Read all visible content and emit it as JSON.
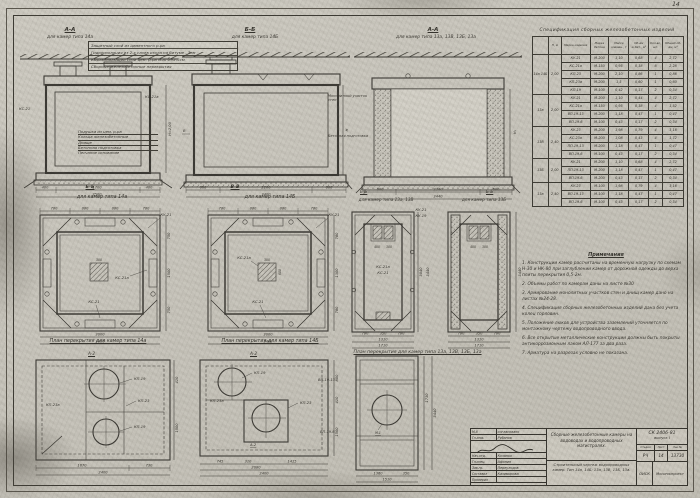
{
  "colors": {
    "paper": "#cbc8bf",
    "ink": "#34322c"
  },
  "sheet": {
    "corner_number": "14"
  },
  "top_note": {
    "lines": [
      "Защитный слой из цементного р-ра",
      "Гидроизоляция из 2-х слоев изола на битуме - 3см",
      "Выравнивающий слой цем. р-ра М50 δ=2-3см",
      "Сборные железобетонные перекрытия"
    ]
  },
  "sections": [
    {
      "title": "А-А",
      "subtitle": "для камер типа 14а",
      "cut_label": "Б-Б",
      "label_left": "КС-21",
      "label_right": "КС-21а",
      "layers": [
        "Подушка из цем. р-ра",
        "Кольца железобетонные",
        "Днище",
        "Бетонная подготовка",
        "Песчаное основание"
      ],
      "dims": [
        "400",
        "1700",
        "400"
      ],
      "total": "2500",
      "height": "Н=2,00"
    },
    {
      "title": "Б-Б",
      "subtitle": "для камер типа 14Б",
      "cut_label": "В-В",
      "cut_letter": "В",
      "dims": [
        "600",
        "2200",
        "600"
      ],
      "total": "3400",
      "height": "Н"
    },
    {
      "title": "А-А",
      "subtitle": "для камер типа 13а, 13В, 13Б, 13а",
      "label_left1": "Монолитный участок стен",
      "label_left2": "Бетонная подготовка",
      "cut_left": "Б-Б",
      "cut_right": "Б-Б",
      "dims": [
        "600",
        "2240",
        "600"
      ],
      "total": "3440",
      "height": "Н₁"
    }
  ],
  "plans": [
    {
      "title": "для камер типа 14а",
      "caption": "План перекрытия для камер типа 14а",
      "corner_label": "КУ-21",
      "edge_label": "КС-21а",
      "edge_label2": "КС-21",
      "center_dim": "300",
      "dims_top": [
        "780",
        "880",
        "880",
        "780"
      ],
      "dim_bottom": "3000",
      "total": "3400",
      "dims_right": [
        "750",
        "1500",
        "750"
      ]
    },
    {
      "title": "для камер типа 14Б",
      "caption": "План перекрытия для камер типа 14Б",
      "corner_label": "КУ-21",
      "edge_label": "КС-21а",
      "edge_label2": "КС-21",
      "center_dim": "300",
      "center_dim2": "600",
      "dims_top": [
        "780",
        "880",
        "880",
        "780"
      ],
      "dim_bottom": "3000",
      "total": "3400",
      "dims_right": [
        "780",
        "1300",
        "780"
      ]
    },
    {
      "title": "для камер типа 13а, 13В",
      "caption": "План перекрытия для камер типа 13а, 13В, 13Б, 13а",
      "corner_label": "КУ-21",
      "corner_label2": "КУ-19",
      "edge_label": "КС-21а",
      "edge_label2": "КС-21",
      "neck_dims": [
        "400",
        "300"
      ],
      "dims_bottom": [
        "780",
        "350",
        "780"
      ],
      "dim_mid": "1310",
      "total": "1710",
      "dims_right": [
        "3040",
        "3440"
      ]
    },
    {
      "title": "для камер типа 13Б",
      "neck_dims": [
        "400",
        "300"
      ],
      "dims_bottom": [
        "780",
        "350",
        "780"
      ],
      "dim_mid": "1310",
      "total": "1710",
      "dim_right": "3440"
    }
  ],
  "cover_plans": [
    {
      "mark": "А-2",
      "label1": "КП-19",
      "label2": "КП-23",
      "label3": "КП-19",
      "label4": "КП-23а",
      "dims_bottom": [
        "1670",
        "730"
      ],
      "total": "2400",
      "dims_right": [
        "410",
        "1500"
      ]
    },
    {
      "mark": "А-2",
      "label1": "КП-19",
      "label2": "КП-23",
      "label3": "КП-23а",
      "label4": "А-2",
      "dims_bottom": [
        "745",
        "310",
        "1415"
      ],
      "dim_mid": "2080",
      "total": "2400",
      "dims_right": [
        "800",
        "410",
        "1500"
      ]
    },
    {
      "label1": "ВП-19-13",
      "label2": "ВП-19-6",
      "label3": "М-1",
      "dims_bottom": [
        "1360",
        "350"
      ],
      "dim_mid": "1510",
      "dims_right": [
        "1730",
        "3440"
      ]
    }
  ],
  "spec_table": {
    "title": "Спецификация сборных железобетонных изделий",
    "headers": [
      "",
      "Н, м",
      "Марка изделия",
      "Марка бетона",
      "Масса элемен., т",
      "Об-ем ж.бет., м³",
      "Кол-во, шт.",
      "Общий об-ем, м³"
    ],
    "groups": [
      {
        "type": "14а 14Б",
        "h": "2,00",
        "rows": [
          [
            "КУ-21",
            "М-200",
            "1,10",
            "0,68",
            "4",
            "2,72"
          ],
          [
            "КС-21а",
            "М-150",
            "0,95",
            "0,38",
            "6",
            "2,28"
          ],
          [
            "КП-23",
            "М-200",
            "2,10",
            "0,86",
            "1",
            "0,86"
          ],
          [
            "КП-23а",
            "М-200",
            "1,5",
            "0,60",
            "1",
            "0,60"
          ],
          [
            "КП-19",
            "М-100",
            "0,42",
            "0,17",
            "2",
            "0,34"
          ]
        ]
      },
      {
        "type": "13а",
        "h": "2,00",
        "rows": [
          [
            "КУ-21",
            "М-200",
            "1,10",
            "0,44",
            "4",
            "2,72"
          ],
          [
            "КС-21а",
            "М-150",
            "0,95",
            "0,38",
            "4",
            "1,52"
          ],
          [
            "ВП-19-13",
            "М-200",
            "1,18",
            "0,47",
            "1",
            "0,47"
          ],
          [
            "ВП-19-6",
            "М-100",
            "0,43",
            "0,17",
            "2",
            "0,34"
          ]
        ]
      },
      {
        "type": "13В",
        "h": "2,40",
        "rows": [
          [
            "КУ-23",
            "М-200",
            "1,98",
            "0,79",
            "4",
            "3,16"
          ],
          [
            "КС-23а",
            "М-200",
            "1,08",
            "0,43",
            "4",
            "1,72"
          ],
          [
            "ПП-19-13",
            "М-200",
            "1,18",
            "0,47",
            "1",
            "0,47"
          ],
          [
            "ВП-19-6",
            "М-100",
            "0,43",
            "0,17",
            "2",
            "0,34"
          ]
        ]
      },
      {
        "type": "13Б",
        "h": "2,00",
        "rows": [
          [
            "КУ-21",
            "М-200",
            "1,10",
            "0,68",
            "4",
            "2,72"
          ],
          [
            "ПП-19-13",
            "М-200",
            "1,18",
            "0,47",
            "1",
            "0,47"
          ],
          [
            "ВП-19-6",
            "М-200",
            "0,43",
            "0,17",
            "2",
            "0,34"
          ]
        ]
      },
      {
        "type": "13а",
        "h": "2,40",
        "rows": [
          [
            "КУ-23",
            "М-100",
            "1,98",
            "0,79",
            "4",
            "3,16"
          ],
          [
            "ВП-19-13",
            "М-100",
            "1,18",
            "0,47",
            "1",
            "0,47"
          ],
          [
            "ВП-19-6",
            "М-100",
            "0,43",
            "0,17",
            "2",
            "0,34"
          ]
        ]
      }
    ]
  },
  "notes": {
    "title": "Примечания",
    "items": [
      "Конструкции камер рассчитаны на временную нагрузку по схемам Н-30 и НК-80 при заглублении камер от дорожной одежды до верха плиты перекрытия 0,5-2м.",
      "Объемы работ по камерам даны на листе №30",
      "Армирование монолитных участков стен и днищ камер дано на листах №24-28.",
      "Спецификация сборных железобетонных изделий дана без учета колец горловин.",
      "Положение люков для устройства заземлений уточняется по монтажному чертежу водопроводного ввода.",
      "Все открытые металлические конструкции должны быть покрыты антикоррозионным лаком АЛ-177 за два раза.",
      "Арматура на разрезах условно не показана."
    ]
  },
  "title_block": {
    "doc_code": "СК 2406-81",
    "issue": "выпуск I",
    "title_main": "Сборные железобетонные камеры на водоводах и водопроводных магистралях.",
    "title_sub": "Строительный чертеж водопроводных камер. Тип 14а, 14Б; 13а, 13В, 13Б, 13а.",
    "stage_label": "Стадия",
    "sheet_label": "Лист",
    "order_label": "Зак.№",
    "stage": "РЧ",
    "sheet": "14",
    "order": "13730",
    "org": "ОИСК",
    "company": "Мосинжпроект",
    "approve_role": "М-8",
    "approve_name": "согласовано",
    "chief_role": "Гл.инж.",
    "chief_name": "Рубанов",
    "people": [
      {
        "role": "Нач.отд.",
        "name": "Козанко"
      },
      {
        "role": "Гл.спец.",
        "name": "Афонин"
      },
      {
        "role": "Зав.гр.",
        "name": "Переулодов"
      },
      {
        "role": "Составил",
        "name": "Казимирова"
      },
      {
        "role": "Проверил",
        "name": ""
      }
    ]
  }
}
